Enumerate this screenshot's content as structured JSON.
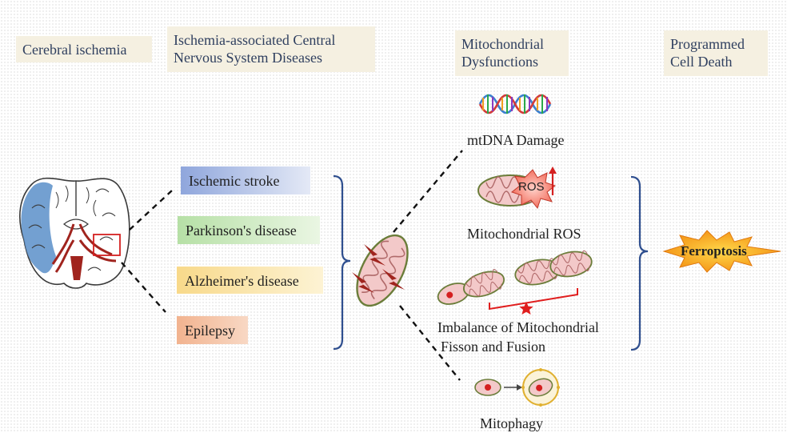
{
  "headers": {
    "cerebral_ischemia": "Cerebral ischemia",
    "ischemia_diseases": [
      "Ischemia-associated Central",
      "Nervous System Diseases"
    ],
    "mito_dysfunctions": [
      "Mitochondrial",
      "Dysfunctions"
    ],
    "programmed_death": [
      "Programmed",
      "Cell Death"
    ]
  },
  "diseases": [
    {
      "label": "Ischemic stroke",
      "color": "#b3c2e6"
    },
    {
      "label": "Parkinson's disease",
      "color": "#ccebc0"
    },
    {
      "label": "Alzheimer's disease",
      "color": "#fbe9b2"
    },
    {
      "label": "Epilepsy",
      "color": "#f5c8ab"
    }
  ],
  "dysfunctions": {
    "mtdna": "mtDNA Damage",
    "ros_label": "Mitochondrial ROS",
    "ros_badge": "ROS",
    "imbalance": [
      "Imbalance of Mitochondrial",
      "Fisson and Fusion"
    ],
    "mitophagy": "Mitophagy"
  },
  "outcome": {
    "label": "Ferroptosis",
    "color": "#f7a51c"
  },
  "colors": {
    "bracket": "#2f4f8f",
    "mito_fill": "#f3c9c9",
    "mito_outline": "#6b7d3a",
    "lightning": "#a0241e",
    "brain_blue": "#5b8fc9",
    "brain_red": "#a0241e",
    "fusion_marker": "#e01e1e"
  }
}
